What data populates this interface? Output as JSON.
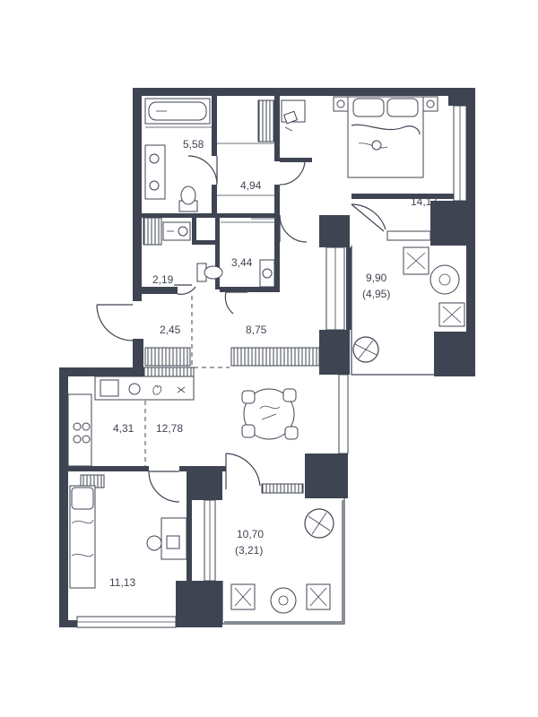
{
  "rooms": [
    {
      "id": "bathroom",
      "area": "5,58",
      "sub": ""
    },
    {
      "id": "hall-top",
      "area": "4,94",
      "sub": ""
    },
    {
      "id": "bedroom-main",
      "area": "14,17",
      "sub": ""
    },
    {
      "id": "bathroom-small",
      "area": "3,44",
      "sub": ""
    },
    {
      "id": "storage",
      "area": "2,19",
      "sub": ""
    },
    {
      "id": "loggia-right",
      "area": "9,90",
      "sub": "(4,95)"
    },
    {
      "id": "entrance",
      "area": "2,45",
      "sub": ""
    },
    {
      "id": "corridor",
      "area": "8,75",
      "sub": ""
    },
    {
      "id": "kitchen",
      "area": "4,31",
      "sub": ""
    },
    {
      "id": "living",
      "area": "12,78",
      "sub": ""
    },
    {
      "id": "balcony-bottom",
      "area": "10,70",
      "sub": "(3,21)"
    },
    {
      "id": "bedroom-small",
      "area": "11,13",
      "sub": ""
    }
  ]
}
